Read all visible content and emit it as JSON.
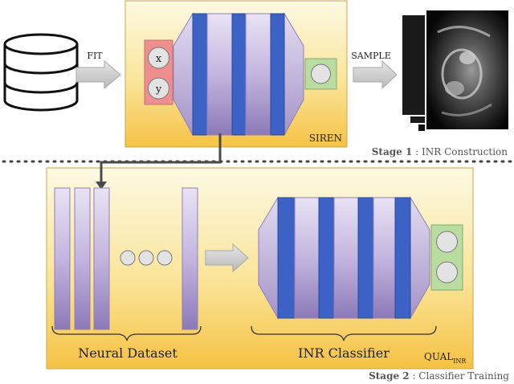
{
  "labels": {
    "fit": "FIT",
    "sample": "SAMPLE",
    "siren": "SIREN",
    "input_x": "x",
    "input_y": "y",
    "neural_dataset": "Neural Dataset",
    "inr_classifier": "INR Classifier",
    "qual": "QUAL",
    "qual_sub": "INR"
  },
  "stages": [
    {
      "num": "Stage 1",
      "sep": " : ",
      "name": "INR Construction"
    },
    {
      "num": "Stage 2",
      "sep": " : ",
      "name": "Classifier Training"
    }
  ],
  "icons": {
    "database": "database-icon",
    "mri_stack": "mri-image-stack-icon",
    "arrow": "block-arrow-right-icon",
    "ellipsis": "ellipsis-dots-icon"
  },
  "colors": {
    "stage_panel_top": "#fbf6d8",
    "stage_panel_bottom": "#f7c54a",
    "layer_blue": "#3b62c4",
    "layer_purple_light": "#e9e3f4",
    "layer_purple_dark": "#8c7ab8",
    "input_box": "#ee8e8e",
    "output_box": "#b9dca0",
    "node_grey": "#e3e3e3",
    "arrow_grey": "#cfcfcf"
  }
}
